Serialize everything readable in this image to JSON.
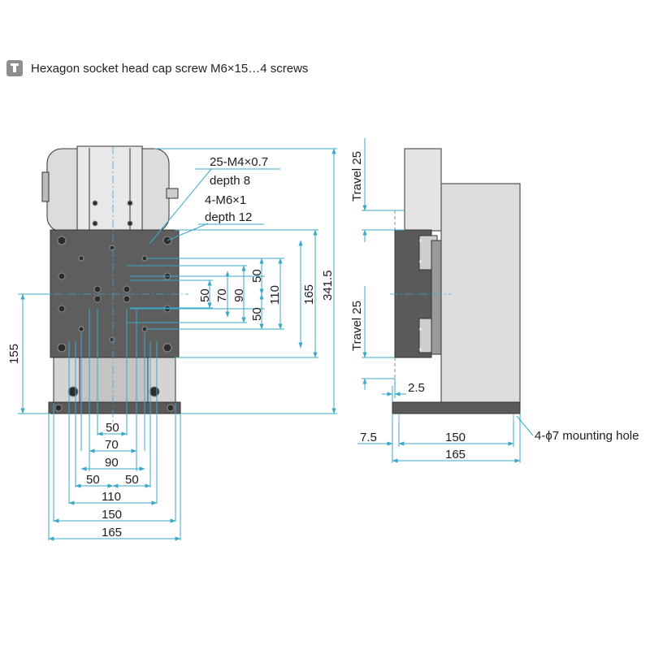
{
  "header": {
    "icon": "wrench-screw-icon",
    "note": "Hexagon socket head cap screw M6×15…4 screws"
  },
  "callouts": {
    "m4_holes": "25-M4×0.7",
    "m4_depth": "depth 8",
    "m6_holes": "4-M6×1",
    "m6_depth": "depth 12",
    "mounting": "4-ϕ7 mounting hole"
  },
  "front_view": {
    "right_dims": [
      "50",
      "70",
      "90",
      "50",
      "50",
      "110",
      "165"
    ],
    "overall_height": "341.5",
    "left_height": "155",
    "bottom_dims": [
      "50",
      "70",
      "90",
      "50",
      "50",
      "110",
      "150",
      "165"
    ]
  },
  "side_view": {
    "travel_top": "Travel 25",
    "travel_bottom": "Travel 25",
    "offset": "2.5",
    "edge": "7.5",
    "hole_pitch": "150",
    "base_width": "165"
  },
  "colors": {
    "dimension_line": "#3aa9c8",
    "part_fill": "#d6d6d6",
    "part_dark": "#5c5c5c",
    "outline": "#333333"
  }
}
